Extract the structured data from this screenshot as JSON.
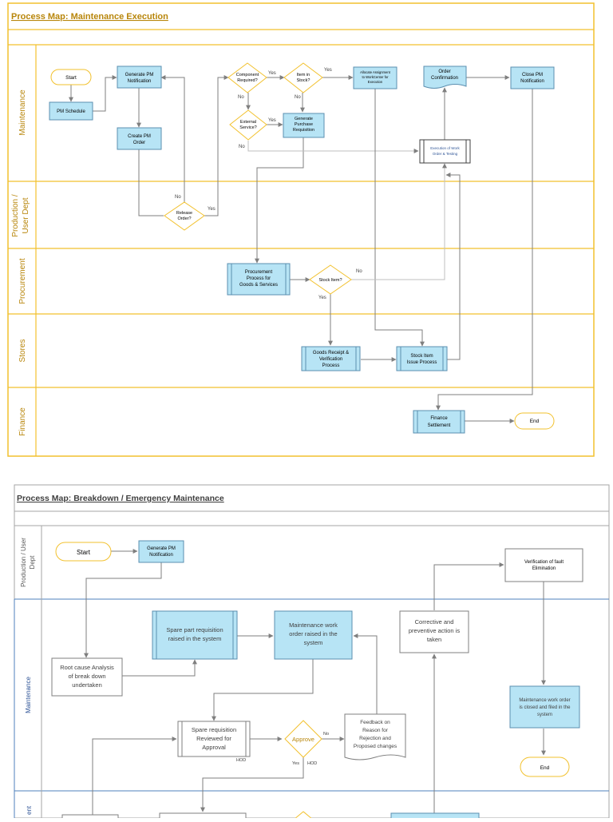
{
  "map1": {
    "title": "Process Map: Maintenance Execution",
    "lanes": [
      "Maintenance",
      "Production / User Dept",
      "Procurement",
      "Stores",
      "Finance"
    ],
    "nodes": {
      "start": "Start",
      "pm_schedule": "PM Schedule",
      "generate_pm_notification": [
        "Generate PM",
        "Notification"
      ],
      "create_pm_order": [
        "Create PM",
        "Order"
      ],
      "component_required": [
        "Component",
        "Required?"
      ],
      "item_in_stock": [
        "Item in",
        "Stock?"
      ],
      "allocate_assignment": [
        "Allocate Assignment",
        "to WorkCenter for",
        "Execution"
      ],
      "order_confirmation": [
        "Order",
        "Confirmation"
      ],
      "close_pm_notification": [
        "Close PM",
        "Notification"
      ],
      "external_service": [
        "External",
        "Service?"
      ],
      "generate_purchase_requisition": [
        "Generate",
        "Purchase",
        "Requisition"
      ],
      "execution_work_order": [
        "Execution of Work",
        "Order & Testing"
      ],
      "release_order": [
        "Release",
        "Order?"
      ],
      "procurement_process": [
        "Procurement",
        "Process for",
        "Goods & Services"
      ],
      "stock_item_q": "Stock Item?",
      "goods_receipt": [
        "Goods Receipt &",
        "Verification",
        "Process"
      ],
      "stock_item_issue": [
        "Stock Item",
        "Issue Process"
      ],
      "finance_settlement": [
        "Finance",
        "Settlement"
      ],
      "end": "End"
    },
    "labels": {
      "yes": "Yes",
      "no": "No"
    }
  },
  "map2": {
    "title": "Process Map: Breakdown / Emergency Maintenance",
    "lanes": [
      "Production / User Dept",
      "Maintenance",
      "ent"
    ],
    "nodes": {
      "start": "Start",
      "generate_pm_notification": [
        "Generate PM",
        "Notification"
      ],
      "verification_fault": [
        "Verification of fault",
        "Elimination"
      ],
      "spare_part_requisition": [
        "Spare part requisition",
        "raised in the system"
      ],
      "maintenance_work_order": [
        "Maintenance work",
        "order raised in the",
        "system"
      ],
      "corrective_action": [
        "Corrective and",
        "preventive action is",
        "taken"
      ],
      "root_cause": [
        "Root cause Analysis",
        "of break down",
        "undertaken"
      ],
      "work_order_closed": [
        "Maintenance work order",
        "is closed and filed in the",
        "system"
      ],
      "spare_requisition_review": [
        "Spare requisition",
        "Reviewed for",
        "Approval"
      ],
      "approve": "Approve",
      "feedback": [
        "Feedback on",
        "Reason for",
        "Rejection and",
        "Proposed changes"
      ],
      "end": "End"
    },
    "labels": {
      "yes": "Yes",
      "no": "No",
      "hod": "HOD"
    }
  },
  "colors": {
    "swimlane_orange": "#f2c12e",
    "title_orange": "#b8860b",
    "process_fill": "#b7e4f5",
    "process_stroke": "#5b8fb0",
    "lane_blue": "#4f81bd",
    "arrow": "#7f7f7f"
  }
}
